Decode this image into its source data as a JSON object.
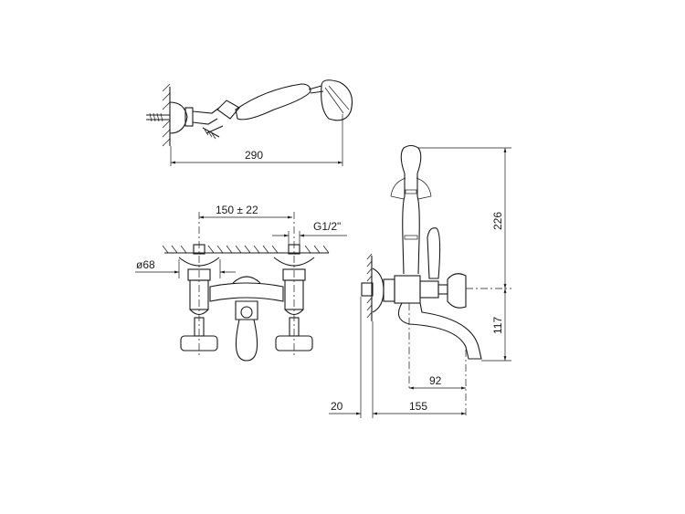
{
  "drawing": {
    "top_view": {
      "dimension_width": "290"
    },
    "front_view": {
      "dimension_centers": "150 ± 22",
      "dimension_thread": "G1/2\"",
      "dimension_flange": "ø68"
    },
    "side_view": {
      "dimension_height_upper": "226",
      "dimension_height_lower": "117",
      "dimension_spout_offset": "92",
      "dimension_wall": "20",
      "dimension_projection": "155"
    }
  }
}
